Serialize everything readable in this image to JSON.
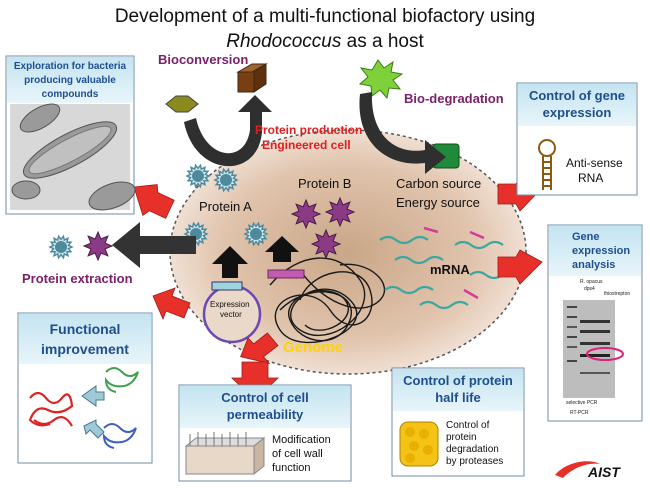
{
  "title": {
    "line1": "Development of a multi-functional biofactory using",
    "line2_italic": "Rhodococcus",
    "line2_rest": " as a host"
  },
  "cell": {
    "label_line1": "Protein production",
    "label_line2": "Engineered cell",
    "protein_a": "Protein A",
    "protein_b": "Protein B",
    "carbon_source": "Carbon source",
    "energy_source": "Energy source",
    "mrna": "mRNA",
    "genome": "Genome",
    "expression_vector_line1": "Expression",
    "expression_vector_line2": "vector"
  },
  "labels": {
    "bioconversion": "Bioconversion",
    "biodegradation": "Bio-degradation",
    "protein_extraction": "Protein extraction"
  },
  "panels": {
    "exploration": {
      "line1": "Exploration for bacteria",
      "line2": "producing valuable",
      "line3": "compounds"
    },
    "gene_control": {
      "line1": "Control of gene",
      "line2": "expression",
      "antisense1": "Anti-sense",
      "antisense2": "RNA"
    },
    "gene_analysis": {
      "line1": "Gene",
      "line2": "expression",
      "line3": "analysis",
      "gel_top1": "R. opacus",
      "gel_top2": "dps4",
      "gel_thio": "thiostrepton",
      "gel_bottom1": "selective PCR",
      "gel_bottom2": "RT-PCR"
    },
    "functional": {
      "line1": "Functional",
      "line2": "improvement"
    },
    "permeability": {
      "line1": "Control of cell",
      "line2": "permeability",
      "mod1": "Modification",
      "mod2": "of cell wall",
      "mod3": "function"
    },
    "half_life": {
      "line1": "Control of protein",
      "line2": "half life",
      "d1": "Control of",
      "d2": "protein",
      "d3": "degradation",
      "d4": "by proteases"
    }
  },
  "logo": {
    "text": "AIST"
  },
  "colors": {
    "panel_fill": "#d7eef7",
    "panel_title": "#1f4e8f",
    "cell_fill": "#d9b79a",
    "arrow_red": "#e8302a",
    "arrow_dark": "#3a3a3a",
    "protein_a_color": "#4f8a9c",
    "protein_b_color": "#8b3a86",
    "mrna_color": "#3aa6a0",
    "genome_label": "#ffd400",
    "accent_purple": "#7a1f6a",
    "accent_red": "#e02020"
  }
}
